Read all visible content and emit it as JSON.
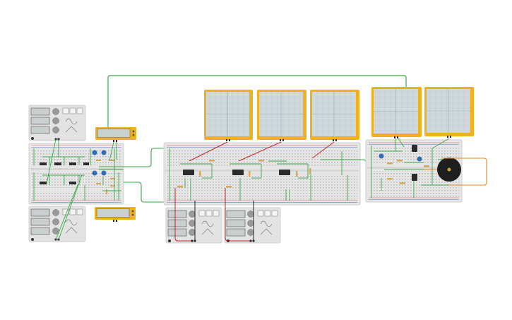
{
  "app": {
    "title": "",
    "view": "circuit-schematic-editor"
  },
  "colors": {
    "canvas_bg": "#ffffff",
    "breadboard": "#e6e6e6",
    "breadboard_rail_red": "#d9534f",
    "breadboard_rail_blue": "#4a78c9",
    "wire_green": "#3aa64a",
    "wire_red": "#c0262d",
    "wire_black": "#222222",
    "wire_orange": "#e08a1e",
    "oscilloscope_frame": "#f0b21c",
    "oscilloscope_screen": "#cfd8dd",
    "lcd_frame": "#f0b21c",
    "lcd_screen": "#c9d1cf",
    "function_generator_body": "#e3e3e3",
    "ic_chip": "#2b2b2b",
    "potentiometer": "#2f6db5",
    "buzzer": "#1e1e1e"
  },
  "components": {
    "oscilloscopes": [
      "oscilloscope-1",
      "oscilloscope-2",
      "oscilloscope-3",
      "oscilloscope-4",
      "oscilloscope-5"
    ],
    "function_generators": [
      "function-generator-1",
      "function-generator-2",
      "function-generator-3",
      "function-generator-4"
    ],
    "breadboards": [
      "breadboard-left",
      "breadboard-center",
      "breadboard-right"
    ],
    "lcd_meters": [
      "meter-top",
      "meter-bottom"
    ],
    "piezo": "piezo-buzzer",
    "ics": [
      "ic-center-1",
      "ic-center-2",
      "ic-center-3",
      "ic-left-1",
      "ic-left-2",
      "ic-left-3",
      "ic-left-4",
      "ic-left-5",
      "ic-left-6"
    ]
  }
}
